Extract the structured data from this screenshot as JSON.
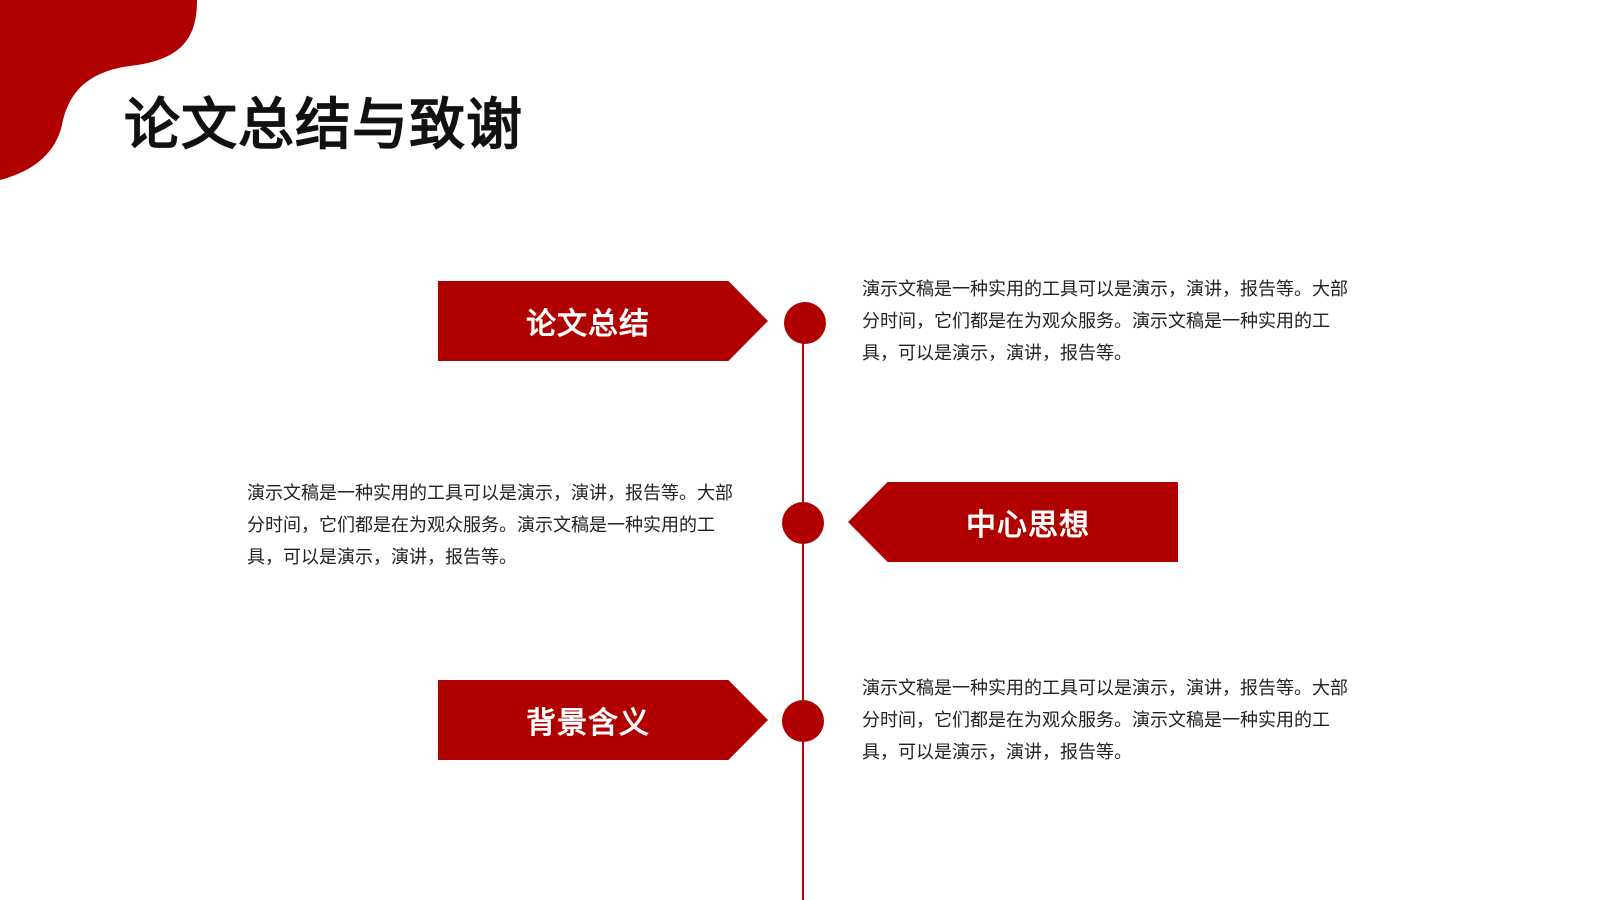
{
  "slide": {
    "title": "论文总结与致谢",
    "accent_color": "#b00000"
  },
  "timeline": {
    "items": [
      {
        "label": "论文总结",
        "description": "演示文稿是一种实用的工具可以是演示，演讲，报告等。大部分时间，它们都是在为观众服务。演示文稿是一种实用的工具，可以是演示，演讲，报告等。"
      },
      {
        "label": "中心思想",
        "description": "演示文稿是一种实用的工具可以是演示，演讲，报告等。大部分时间，它们都是在为观众服务。演示文稿是一种实用的工具，可以是演示，演讲，报告等。"
      },
      {
        "label": "背景含义",
        "description": "演示文稿是一种实用的工具可以是演示，演讲，报告等。大部分时间，它们都是在为观众服务。演示文稿是一种实用的工具，可以是演示，演讲，报告等。"
      }
    ]
  }
}
